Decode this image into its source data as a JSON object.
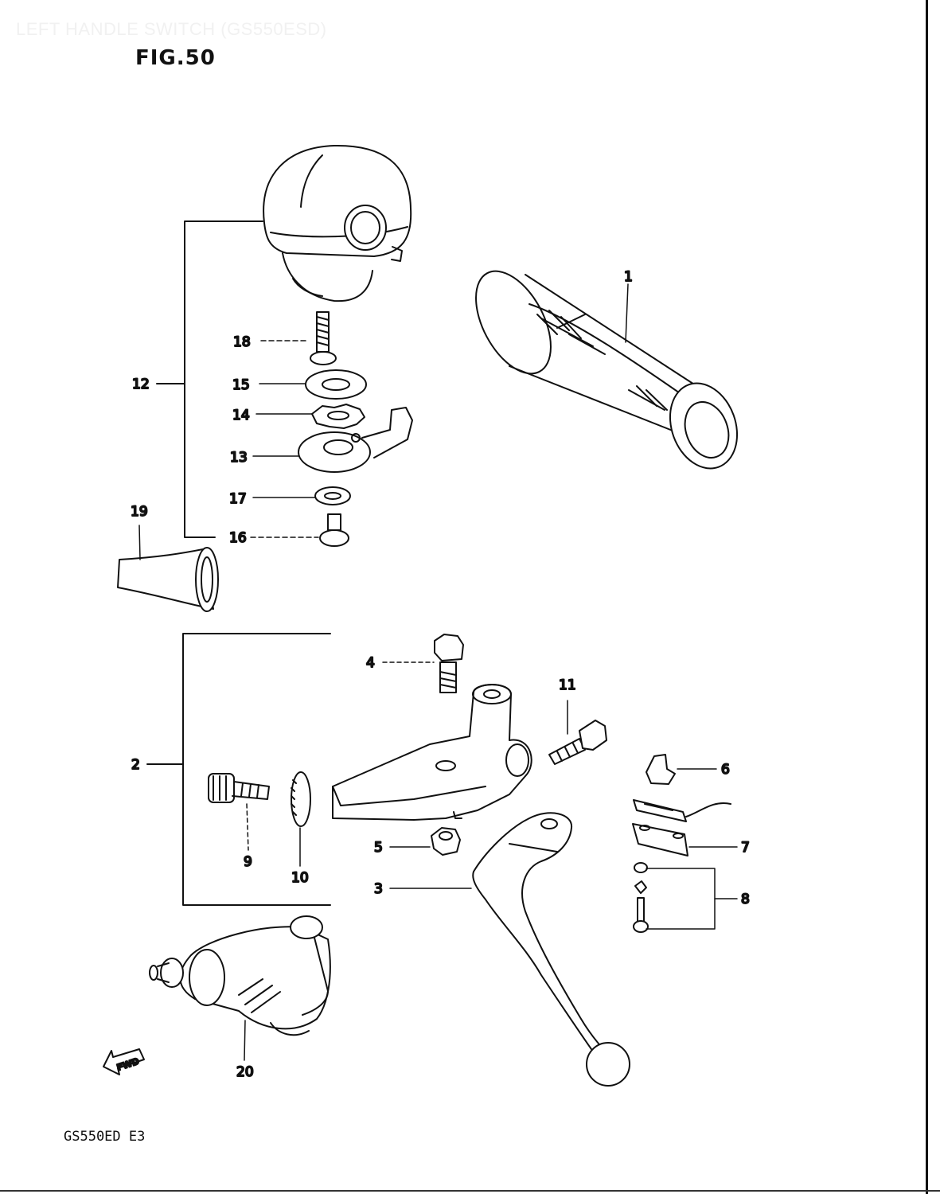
{
  "page_heading": "LEFT HANDLE SWITCH (GS550ESD)",
  "figure_title": "FIG.50",
  "model_code": "GS550ED E3",
  "forward_marker": "FWD",
  "callouts": [
    "1",
    "2",
    "3",
    "4",
    "5",
    "6",
    "7",
    "8",
    "9",
    "10",
    "11",
    "12",
    "13",
    "14",
    "15",
    "16",
    "17",
    "18",
    "19",
    "20"
  ],
  "colors": {
    "line": "#111111",
    "background": "#ffffff",
    "faint_heading": "#f1f1f1"
  }
}
